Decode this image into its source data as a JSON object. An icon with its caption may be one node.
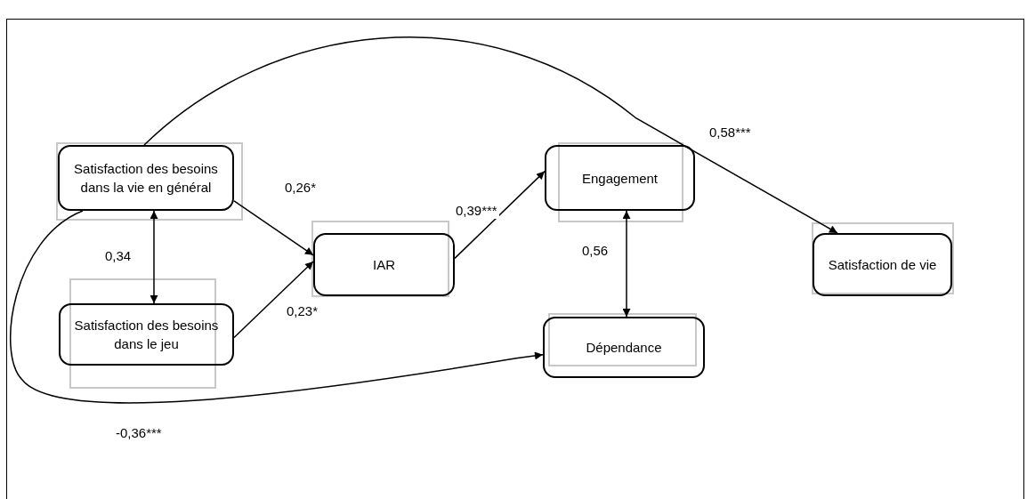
{
  "diagram": {
    "nodes": [
      {
        "text": [
          "Satisfaction des besoins dans la vie en général"
        ]
      },
      {
        "text": [
          "Satisfaction des besoins dans le jeu"
        ]
      },
      {
        "text": [
          "IAR"
        ]
      },
      {
        "text": [
          "Engagement"
        ]
      },
      {
        "text": [
          "Dépendance"
        ]
      },
      {
        "text": [
          "Satisfaction de vie"
        ]
      }
    ],
    "edges": [
      {
        "from": 0,
        "to": 2,
        "arrow": "to",
        "label": "0,26*"
      },
      {
        "from": 1,
        "to": 2,
        "arrow": "to",
        "label": "0,23*"
      },
      {
        "from": 0,
        "to": 1,
        "arrow": "both",
        "label": "0,34"
      },
      {
        "from": 2,
        "to": 3,
        "arrow": "to",
        "label": "0,39***"
      },
      {
        "from": 3,
        "to": 4,
        "arrow": "both",
        "label": "0,56"
      },
      {
        "from": 0,
        "to": 5,
        "arrow": "to",
        "label": "0,58***"
      },
      {
        "from": 0,
        "to": 4,
        "arrow": "to",
        "label": "-0,36***"
      }
    ]
  }
}
